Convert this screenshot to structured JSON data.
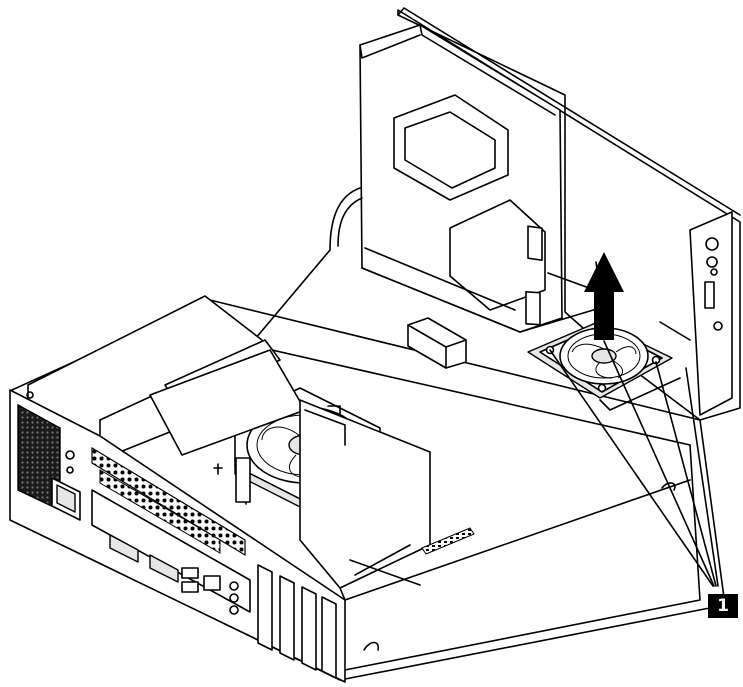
{
  "callout": {
    "number": "1",
    "target": "fan-screws"
  },
  "removal_direction": "up",
  "colors": {
    "line": "#000000",
    "background": "#ffffff",
    "shade": "#e6e6e6"
  },
  "icons": [
    "arrow-up-icon",
    "fan-icon",
    "screw-icon",
    "vent-grille-icon"
  ]
}
